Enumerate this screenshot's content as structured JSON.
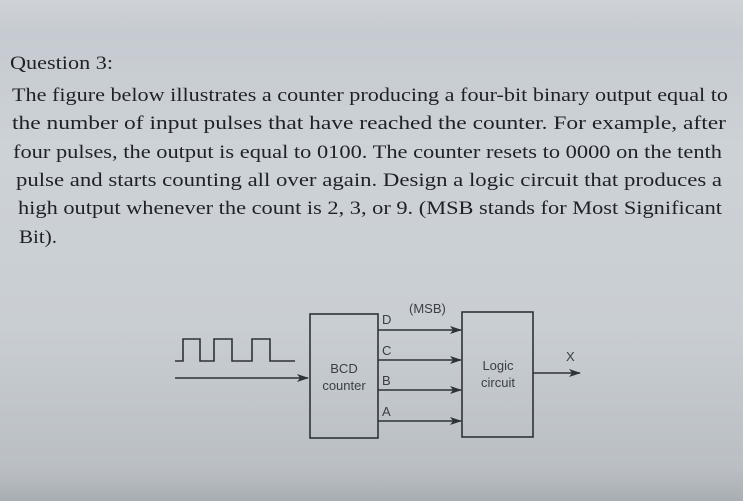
{
  "question": {
    "heading": "Question 3:",
    "lines": [
      "The figure below illustrates a counter producing a four-bit binary output equal to",
      "the number of input pulses that have reached the counter. For example, after",
      "four pulses, the output is equal to 0100. The counter resets to 0000 on the tenth",
      "pulse and starts counting all over again. Design a logic circuit that produces a",
      "high output whenever the count is 2, 3, or 9.  (MSB stands for Most Significant",
      "Bit)."
    ]
  },
  "figure": {
    "counter_label_1": "BCD",
    "counter_label_2": "counter",
    "logic_label_1": "Logic",
    "logic_label_2": "circuit",
    "msb_label": "(MSB)",
    "outputs": [
      "D",
      "C",
      "B",
      "A"
    ],
    "output_label": "X"
  }
}
